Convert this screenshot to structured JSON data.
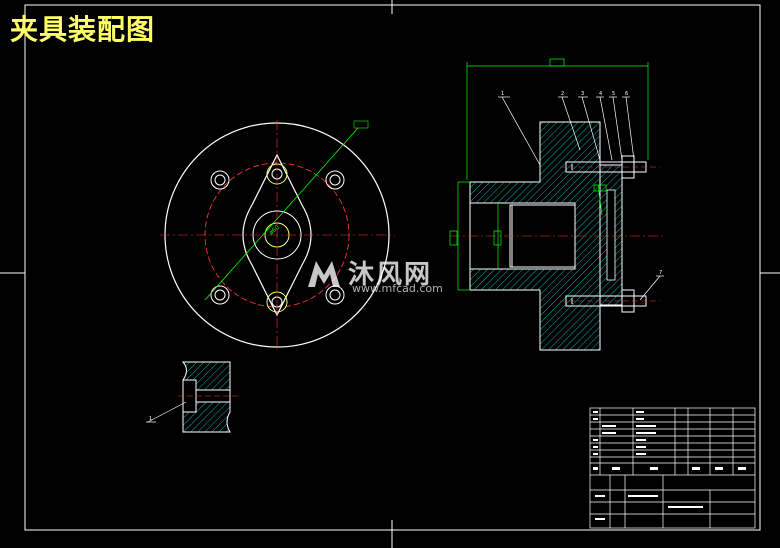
{
  "title": "夹具装配图",
  "watermark": {
    "brand": "沐风网",
    "url": "www.mfcad.com"
  },
  "colors": {
    "background": "#000000",
    "title": "#ffff66",
    "outline": "#ffffff",
    "dimension": "#00ff00",
    "centerline": "#ff3333",
    "hatch": "#00ffff"
  },
  "balloons": [
    "1",
    "2",
    "3",
    "4",
    "5",
    "6",
    "7",
    "1"
  ]
}
